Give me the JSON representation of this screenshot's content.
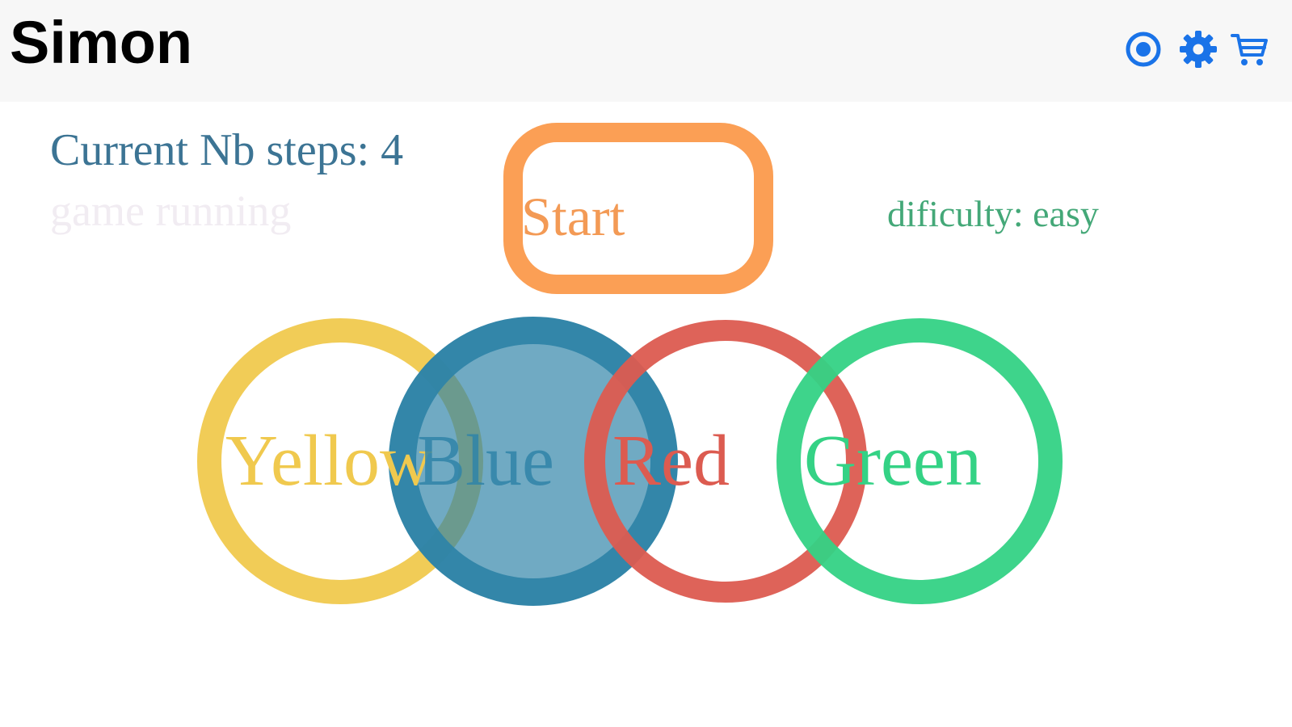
{
  "header": {
    "title": "Simon",
    "icons": [
      "record-icon",
      "gear-icon",
      "cart-icon"
    ],
    "icon_color": "#1a73e8"
  },
  "game": {
    "steps_text": "Current Nb steps: 4",
    "status_text": "game running",
    "difficulty_text": "dificulty: easy",
    "start_label": "Start"
  },
  "pads": [
    {
      "label": "Yellow",
      "color": "#f0c94e",
      "active": false
    },
    {
      "label": "Blue",
      "color": "#2f84a8",
      "active": true
    },
    {
      "label": "Red",
      "color": "#dc5b50",
      "active": false
    },
    {
      "label": "Green",
      "color": "#34d285",
      "active": false
    }
  ],
  "colors": {
    "start": "#fb9f55",
    "steps_text": "#3c7494",
    "status_text": "#f1ecf2",
    "difficulty_text": "#44a878"
  }
}
